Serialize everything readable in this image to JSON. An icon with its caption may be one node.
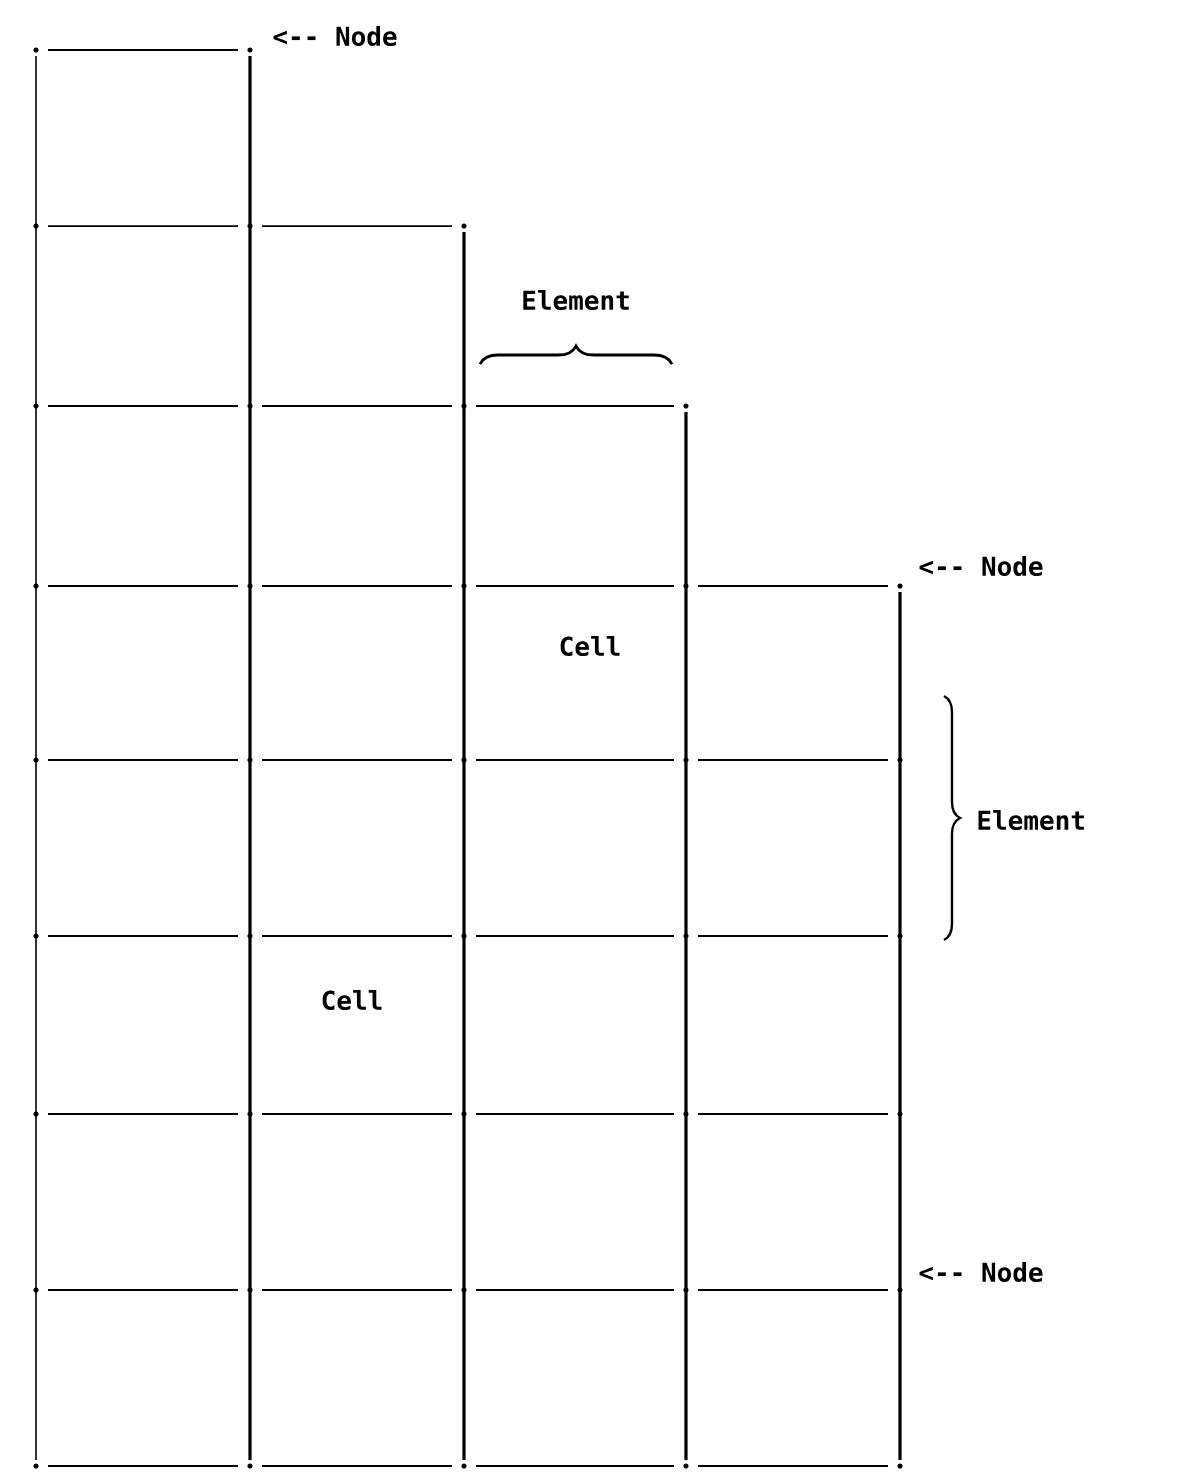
{
  "diagram": {
    "labels": [
      "<-- Node",
      "Element",
      "<-- Node",
      "Cell",
      "Element",
      "Cell",
      "<-- Node"
    ]
  }
}
